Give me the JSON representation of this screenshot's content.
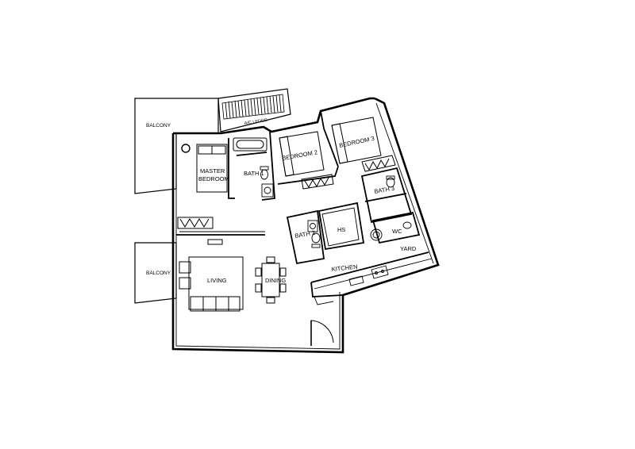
{
  "plan": {
    "rooms": {
      "balcony_top": "BALCONY",
      "balcony_bottom": "BALCONY",
      "ac_ledge": "A/C LEDGE",
      "master_bedroom_1": "MASTER",
      "master_bedroom_2": "BEDROOM",
      "bath1": "BATH 1",
      "bedroom2": "BEDROOM 2",
      "bedroom3": "BEDROOM 3",
      "bath3": "BATH 3",
      "bath2": "BATH 2",
      "hs": "HS",
      "wc": "WC",
      "yard": "YARD",
      "kitchen": "KITCHEN",
      "living": "LIVING",
      "dining": "DINING"
    }
  }
}
